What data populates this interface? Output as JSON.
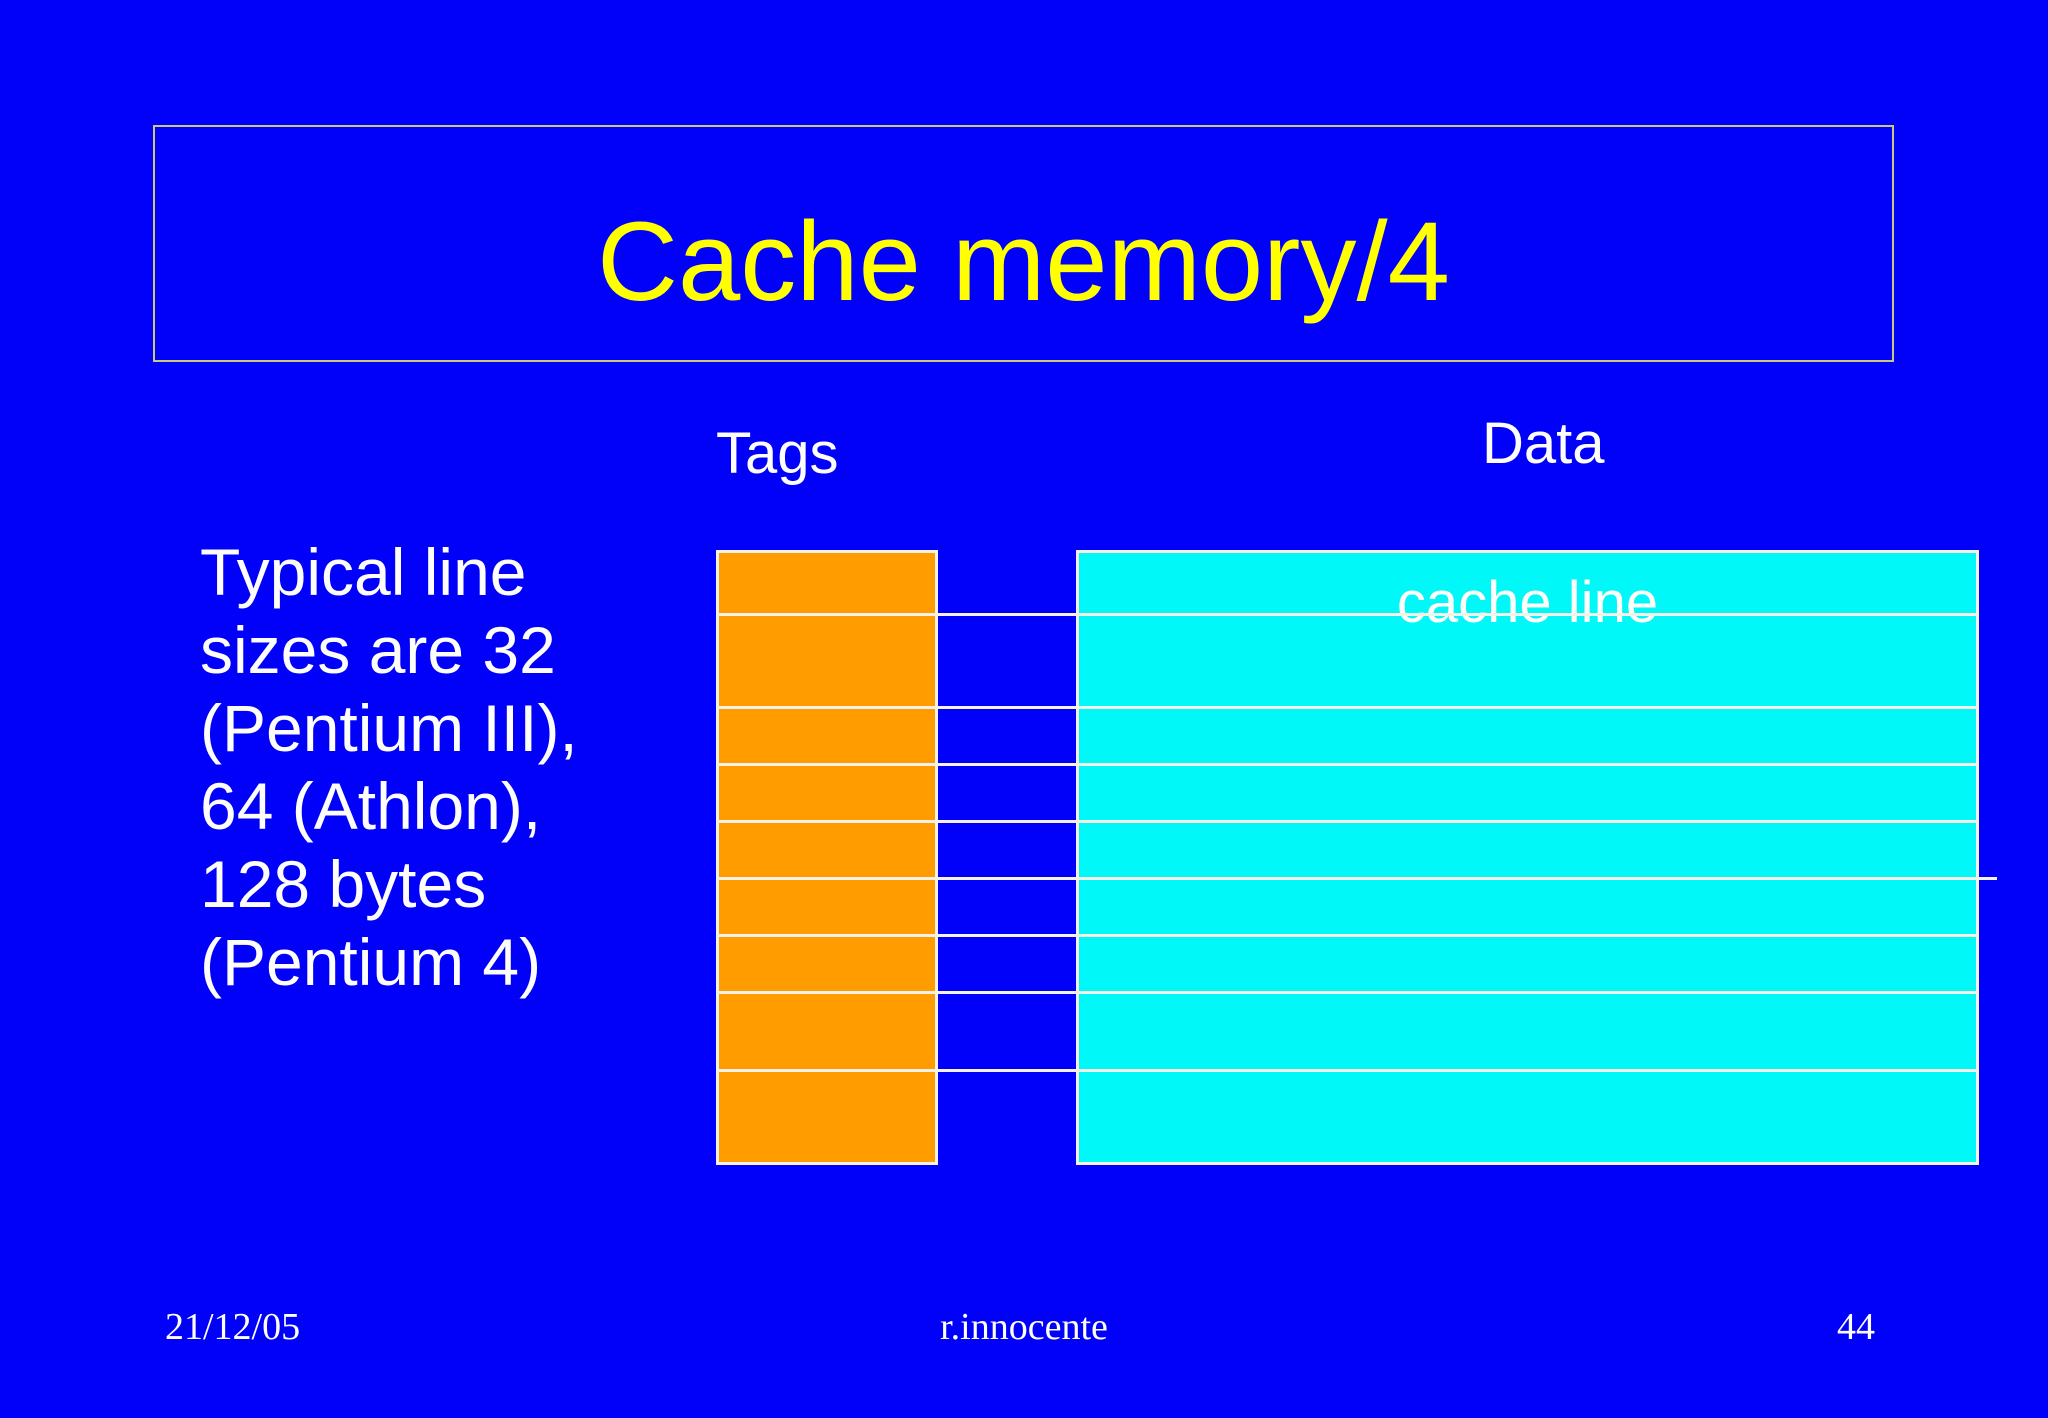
{
  "slide": {
    "title": "Cache memory/4",
    "body_lines": [
      "Typical line",
      "sizes are 32",
      "(Pentium III),",
      "64 (Athlon),",
      "128 bytes",
      "(Pentium 4)"
    ],
    "diagram": {
      "tags_label": "Tags",
      "data_label": "Data",
      "cache_line_label": "cache line",
      "row_count": 9
    },
    "footer": {
      "date": "21/12/05",
      "author": "r.innocente",
      "page_number": "44"
    },
    "colors": {
      "background": "#0101fa",
      "tags_fill": "#ff9c00",
      "data_fill": "#00f8f8",
      "line_color": "#f4f1e6",
      "title_color": "#ffff00",
      "title_border": "#c9c97b",
      "text_color": "#fdfdfa"
    }
  }
}
